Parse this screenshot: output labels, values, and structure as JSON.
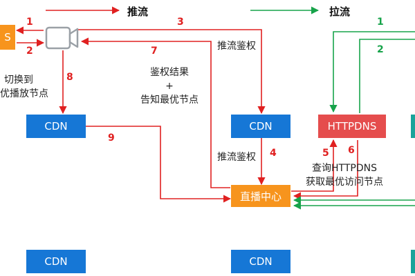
{
  "legend": {
    "push": "推流",
    "pull": "拉流"
  },
  "nodes": {
    "dns_left": "S",
    "cdn_player": "CDN",
    "cdn_push": "CDN",
    "httpdns": "HTTPDNS",
    "center": "直播中心",
    "cdn_bottom_left": "CDN",
    "cdn_bottom_mid": "CDN"
  },
  "steps": {
    "s1": "1",
    "s2": "2",
    "s3": "3",
    "s4": "4",
    "s5": "5",
    "s6": "6",
    "s7": "7",
    "s8": "8",
    "s9": "9",
    "g1": "1",
    "g2": "2"
  },
  "labels": {
    "switch_1": "切换到",
    "switch_2": "优播放节点",
    "push_auth_top": "推流鉴权",
    "auth_result_1": "鉴权结果",
    "auth_result_2": "+",
    "auth_result_3": "告知最优节点",
    "push_auth_mid": "推流鉴权",
    "query_1": "查询HTTPDNS",
    "query_2": "获取最优访问节点"
  },
  "colors": {
    "push": "#e02020",
    "pull": "#17a34a",
    "cdn": "#1677d6",
    "center": "#f7941d",
    "httpdns": "#e54d4d"
  }
}
